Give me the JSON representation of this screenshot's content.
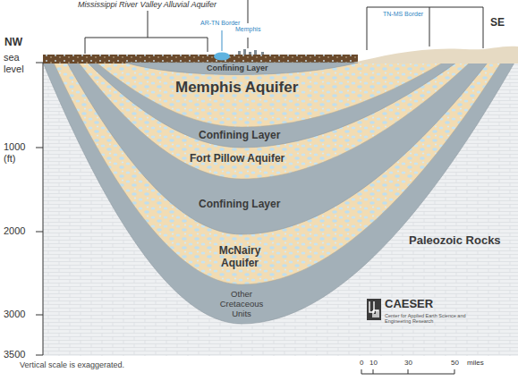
{
  "diagram": {
    "nodes": [
      {
        "text": [
          "Confining Layer"
        ]
      },
      {
        "text": [
          "Memphis Aquifer"
        ]
      },
      {
        "text": [
          "Confining Layer"
        ]
      },
      {
        "text": [
          "Fort Pillow Aquifer"
        ]
      },
      {
        "text": [
          "Confining Layer"
        ]
      },
      {
        "text": [
          "McNairy Aquifer"
        ]
      },
      {
        "text": [
          "Other Cretaceous Units"
        ]
      },
      {
        "text": [
          "Paleozoic Rocks"
        ]
      }
    ],
    "labels": [
      "Mississippi River Valley Alluvial Aquifer",
      "AR-TN Border",
      "Memphis",
      "TN-MS Border",
      "NW",
      "SE",
      "sea level",
      "1000 (ft)",
      "2000",
      "3000",
      "3500",
      "Vertical scale is exaggerated.",
      "0",
      "10",
      "30",
      "50",
      "miles",
      "CAESER",
      "Center for Applied Earth Science and Engineering Research"
    ]
  }
}
